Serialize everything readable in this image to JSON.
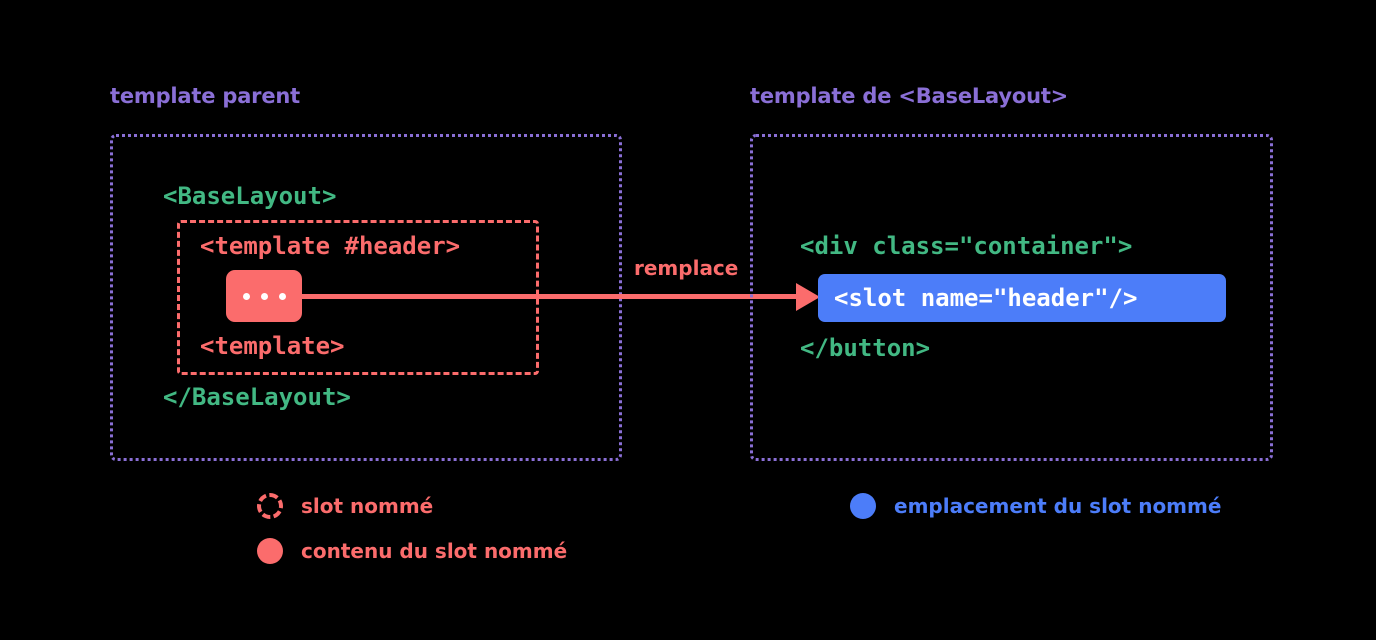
{
  "colors": {
    "background": "#000000",
    "purple": "#8A6FD6",
    "green": "#42B883",
    "red": "#FB6C6C",
    "blue": "#4C7DF9",
    "white": "#FFFFFF"
  },
  "panels": {
    "left": {
      "title": "template parent",
      "code_lines": [
        "<BaseLayout>",
        "<template #header>",
        "<template>",
        "</BaseLayout>"
      ],
      "slot_box_label": "named-slot-dashed-box",
      "ellipsis": "..."
    },
    "right": {
      "title": "template de <BaseLayout>",
      "code_lines": [
        "<div class=\"container\">",
        "</button>"
      ],
      "slot_chip_text": "<slot name=\"header\"/>"
    }
  },
  "arrow": {
    "label": "remplace"
  },
  "legend": [
    {
      "marker": "dashed-circle-red",
      "label": "slot nommé",
      "color": "#FB6C6C"
    },
    {
      "marker": "solid-circle-red",
      "label": "contenu du slot nommé",
      "color": "#FB6C6C"
    },
    {
      "marker": "solid-circle-blue",
      "label": "emplacement du slot nommé",
      "color": "#4C7DF9"
    }
  ]
}
